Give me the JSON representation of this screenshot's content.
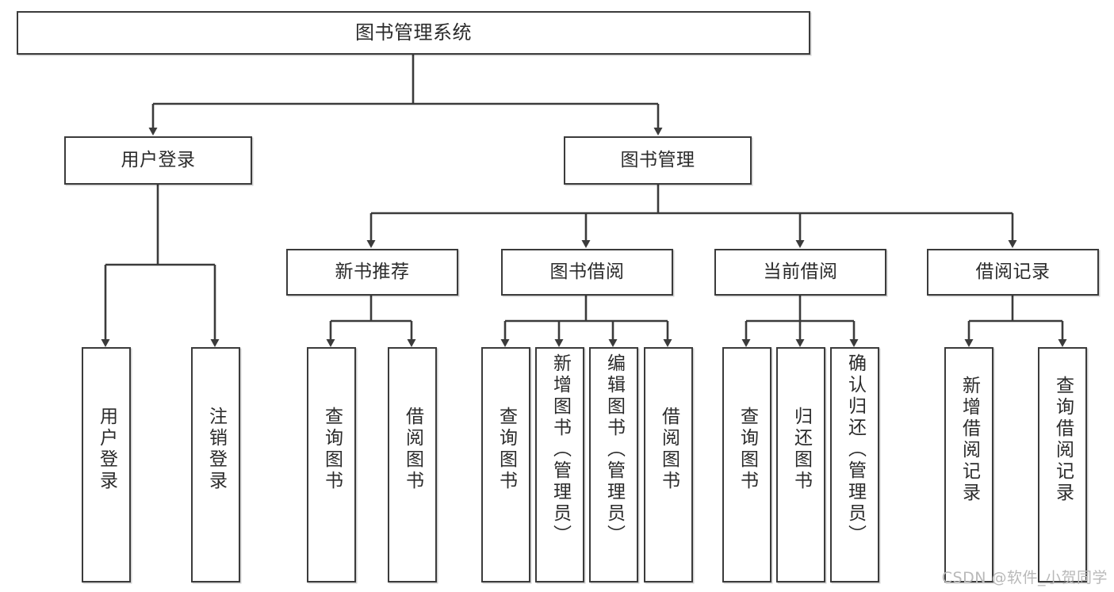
{
  "diagram": {
    "title": "图书管理系统",
    "type": "tree",
    "colors": {
      "box_border": "#3b3b3b",
      "box_fill": "#ffffff",
      "edge": "#3b3b3b",
      "text": "#2b2b2b",
      "watermark": "#b9b9b9"
    },
    "root": {
      "id": "root",
      "label": "图书管理系统"
    },
    "level2": [
      {
        "id": "user-login",
        "label": "用户登录"
      },
      {
        "id": "book-manage",
        "label": "图书管理"
      }
    ],
    "level3": [
      {
        "id": "new-book-rec",
        "label": "新书推荐",
        "parent": "book-manage"
      },
      {
        "id": "book-borrow",
        "label": "图书借阅",
        "parent": "book-manage"
      },
      {
        "id": "current-borrow",
        "label": "当前借阅",
        "parent": "book-manage"
      },
      {
        "id": "borrow-record",
        "label": "借阅记录",
        "parent": "book-manage"
      }
    ],
    "leaves": [
      {
        "id": "leaf-user-login",
        "label": "用户登录",
        "parent": "user-login"
      },
      {
        "id": "leaf-logout",
        "label": "注销登录",
        "parent": "user-login"
      },
      {
        "id": "leaf-query-book-1",
        "label": "查询图书",
        "parent": "new-book-rec"
      },
      {
        "id": "leaf-borrow-book-1",
        "label": "借阅图书",
        "parent": "new-book-rec"
      },
      {
        "id": "leaf-query-book-2",
        "label": "查询图书",
        "parent": "book-borrow"
      },
      {
        "id": "leaf-add-book",
        "label": "新增图书（管理员）",
        "parent": "book-borrow"
      },
      {
        "id": "leaf-edit-book",
        "label": "编辑图书（管理员）",
        "parent": "book-borrow"
      },
      {
        "id": "leaf-borrow-book-2",
        "label": "借阅图书",
        "parent": "book-borrow"
      },
      {
        "id": "leaf-query-book-3",
        "label": "查询图书",
        "parent": "current-borrow"
      },
      {
        "id": "leaf-return-book",
        "label": "归还图书",
        "parent": "current-borrow"
      },
      {
        "id": "leaf-confirm-return",
        "label": "确认归还（管理员）",
        "parent": "current-borrow"
      },
      {
        "id": "leaf-add-record",
        "label": "新增借阅记录",
        "parent": "borrow-record"
      },
      {
        "id": "leaf-query-record",
        "label": "查询借阅记录",
        "parent": "borrow-record"
      }
    ],
    "watermark": "CSDN @软件_小贺同学"
  }
}
